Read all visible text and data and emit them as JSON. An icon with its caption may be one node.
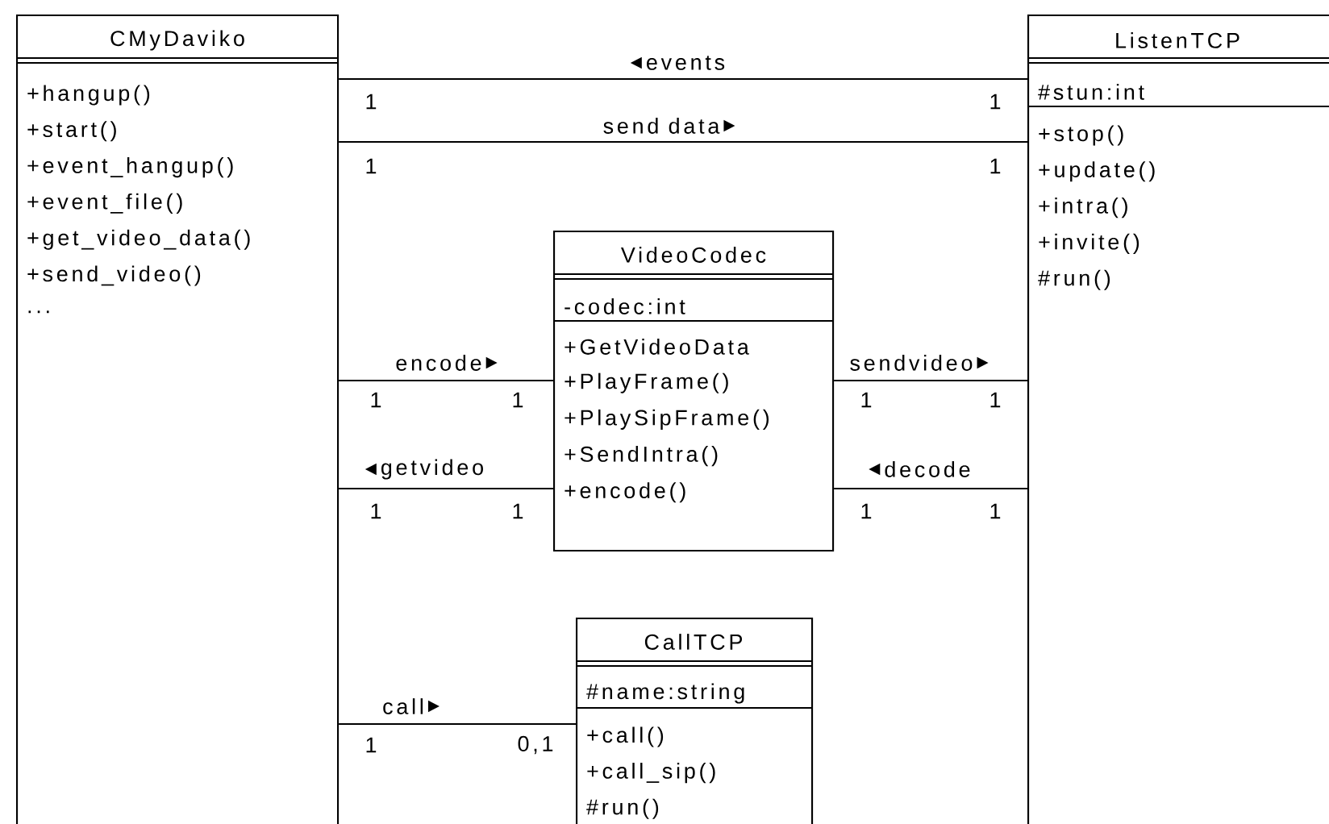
{
  "diagram": {
    "nodes": [
      {
        "text": [
          "CMyDaviko",
          "+hangup()",
          "+start()",
          "+event_hangup()",
          "+event_file()",
          "+get_video_data()",
          "+send_video()",
          "..."
        ]
      },
      {
        "text": [
          "ListenTCP",
          "#stun:int",
          "+stop()",
          "+update()",
          "+intra()",
          "+invite()",
          "#run()"
        ]
      },
      {
        "text": [
          "VideoCodec",
          "-codec:int",
          "+GetVideoData",
          "+PlayFrame()",
          "+PlaySipFrame()",
          "+SendIntra()",
          "+encode()"
        ]
      },
      {
        "text": [
          "CallTCP",
          "#name:string",
          "+call()",
          "+call_sip()",
          "#run()"
        ]
      }
    ],
    "edges": [
      {
        "from": 0,
        "to": 1,
        "arrow": "none",
        "label": "events"
      },
      {
        "from": 0,
        "to": 1,
        "arrow": "none",
        "label": "send data"
      },
      {
        "from": 0,
        "to": 2,
        "arrow": "none",
        "label": "encode"
      },
      {
        "from": 2,
        "to": 1,
        "arrow": "none",
        "label": "sendvideo"
      },
      {
        "from": 0,
        "to": 2,
        "arrow": "none",
        "label": "getvideo"
      },
      {
        "from": 2,
        "to": 1,
        "arrow": "none",
        "label": "decode"
      },
      {
        "from": 0,
        "to": 3,
        "arrow": "none",
        "label": "call"
      }
    ],
    "labels": [
      "1",
      "1",
      "1",
      "1",
      "1",
      "1",
      "1",
      "1",
      "1",
      "1",
      "1",
      "1",
      "1",
      "0,1"
    ]
  }
}
